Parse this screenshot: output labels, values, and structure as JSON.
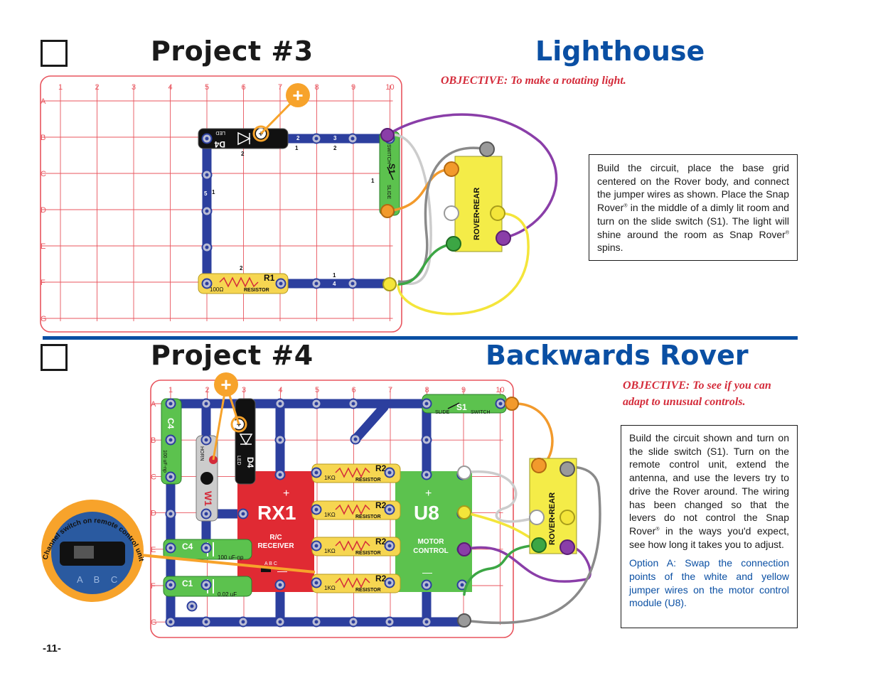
{
  "page": {
    "number": "-11-"
  },
  "colors": {
    "heading_blue": "#0a4fa3",
    "objective_red": "#d42b3a",
    "grid_red": "#e8555e",
    "snap_blue": "#2c3f9e",
    "plus_orange": "#f7a32b"
  },
  "grid": {
    "columns": [
      "1",
      "2",
      "3",
      "4",
      "5",
      "6",
      "7",
      "8",
      "9",
      "10"
    ],
    "rows": [
      "A",
      "B",
      "C",
      "D",
      "E",
      "F",
      "G"
    ]
  },
  "project3": {
    "title": "Project #3",
    "name": "Lighthouse",
    "objective": "OBJECTIVE:  To make a rotating light.",
    "instructions": {
      "p1": "Build the circuit, place the base grid centered on the Rover body, and connect the jumper wires as shown. Place the Snap Rover",
      "p2": " in the middle of a dimly lit room and turn on the slide switch (S1). The light will shine around the room as Snap Rover",
      "p3": " spins.",
      "reg": "®"
    },
    "parts": {
      "d4": "D4",
      "d4_label": "LED",
      "s1": "S1",
      "s1_slide": "SLIDE",
      "s1_switch": "SWITCH",
      "r1": "R1",
      "r1_value": "100Ω",
      "r1_label": "RESISTOR",
      "rover": "ROVER•REAR"
    },
    "wire_labels": {
      "n1": "1",
      "n2": "2",
      "n3": "3",
      "n4": "4",
      "n5": "5"
    },
    "plus_symbol": "+"
  },
  "project4": {
    "title": "Project #4",
    "name": "Backwards Rover",
    "objective_line1": "OBJECTIVE:  To see if you can",
    "objective_line2": "adapt to unusual controls.",
    "instructions": {
      "p1": "Build the circuit shown and turn on the slide switch (S1). Turn on the remote control unit, extend the antenna, and use the levers try to drive the Rover around. The wiring has been changed so that the levers do not control the Snap Rover",
      "p2": " in the ways you'd expect, see how long it takes you to adjust.",
      "reg": "®",
      "option": "Option A:  Swap the connection points of the white and yellow jumper wires on the motor control module (U8)."
    },
    "parts": {
      "c4_top": "C4",
      "c4_top_value": "100 uF-np",
      "horn": "HORN",
      "w1": "W1",
      "d4": "D4",
      "d4_label": "LED",
      "rx1": "RX1",
      "rx1_line1": "R/C",
      "rx1_line2": "RECEIVER",
      "rx1_abc": "A B C",
      "u8": "U8",
      "u8_line1": "MOTOR",
      "u8_line2": "CONTROL",
      "r2": "R2",
      "r2_value": "1KΩ",
      "r2_label": "RESISTOR",
      "s1": "S1",
      "s1_slide": "SLIDE",
      "s1_switch": "SWITCH",
      "c4": "C4",
      "c4_value": "100 uF-np",
      "c1": "C1",
      "c1_value": "0.02 uF",
      "rover": "ROVER•REAR",
      "plus": "+",
      "minus": "—"
    },
    "inset_caption": "Channel switch on remote control unit.",
    "inset_abc": "A B C",
    "plus_symbol": "+"
  }
}
